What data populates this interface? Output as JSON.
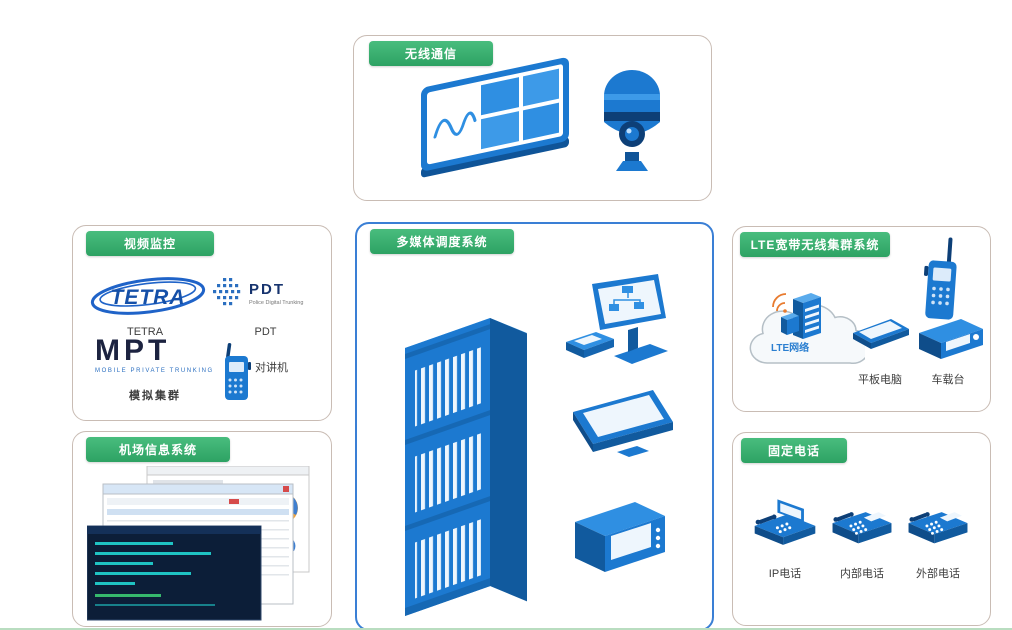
{
  "app": {
    "type": "system-architecture-diagram"
  },
  "colors": {
    "badge_green": "#35ae6c",
    "device_blue": "#1c79d0",
    "device_blue_dark": "#115a9e",
    "device_blue_light": "#5aabec",
    "center_panel_border": "#3a7fd5",
    "side_panel_border": "#c9bcb4",
    "screenshot_dark_bg": "#0c1e38",
    "screenshot_teal": "#1fc3c3"
  },
  "panels": {
    "wireless": {
      "label": "无线通信",
      "icons": [
        "radio-panel",
        "ptz-camera"
      ]
    },
    "surveillance": {
      "label": "视频监控",
      "tetra": {
        "logo_text": "TETRA",
        "caption": "TETRA"
      },
      "pdt": {
        "logo_text": "PDT",
        "logo_subtitle": "Police Digital Trunking",
        "caption": "PDT"
      },
      "mpt": {
        "logo_text": "MPT",
        "logo_subtitle": "MOBILE PRIVATE TRUNKING",
        "caption": "模拟集群"
      },
      "intercom": {
        "caption": "对讲机"
      }
    },
    "airport": {
      "label": "机场信息系统",
      "icons": [
        "software-screenshots"
      ]
    },
    "dispatch": {
      "label": "多媒体调度系统",
      "icons": [
        "server-rack",
        "video-terminal",
        "monitor",
        "recorder"
      ]
    },
    "lte": {
      "label": "LTE宽带无线集群系统",
      "network_label": "LTE网络",
      "tablet_caption": "平板电脑",
      "vehicle_caption": "车载台",
      "icons": [
        "network-cloud",
        "handheld-radio",
        "tablet",
        "vehicle-radio"
      ]
    },
    "landline": {
      "label": "固定电话",
      "phones": [
        "IP电话",
        "内部电话",
        "外部电话"
      ]
    }
  }
}
